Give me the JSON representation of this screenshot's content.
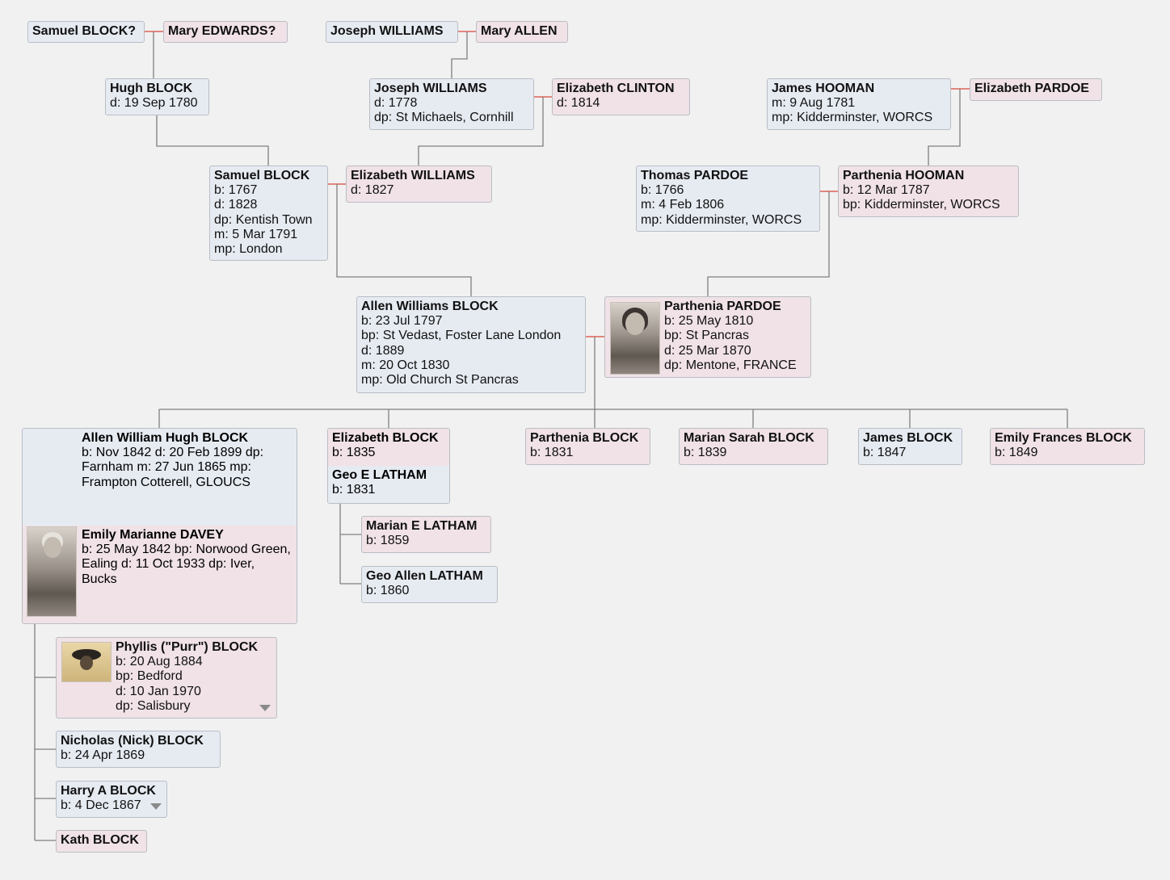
{
  "people": {
    "samuel_block_elder": {
      "name": "Samuel BLOCK?",
      "facts": []
    },
    "mary_edwards": {
      "name": "Mary EDWARDS?",
      "facts": []
    },
    "joseph_williams_elder": {
      "name": "Joseph WILLIAMS",
      "facts": []
    },
    "mary_allen": {
      "name": "Mary ALLEN",
      "facts": []
    },
    "hugh_block": {
      "name": "Hugh BLOCK",
      "facts": [
        "d: 19 Sep 1780"
      ]
    },
    "joseph_williams": {
      "name": "Joseph WILLIAMS",
      "facts": [
        "d: 1778",
        "dp: St Michaels, Cornhill"
      ]
    },
    "elizabeth_clinton": {
      "name": "Elizabeth CLINTON",
      "facts": [
        "d: 1814"
      ]
    },
    "james_hooman": {
      "name": "James HOOMAN",
      "facts": [
        "m: 9 Aug 1781",
        "mp: Kidderminster, WORCS"
      ]
    },
    "elizabeth_pardoe": {
      "name": "Elizabeth PARDOE",
      "facts": []
    },
    "samuel_block": {
      "name": "Samuel BLOCK",
      "facts": [
        "b: 1767",
        "d: 1828",
        "dp: Kentish Town",
        "m: 5 Mar 1791",
        "mp: London"
      ]
    },
    "elizabeth_williams": {
      "name": "Elizabeth WILLIAMS",
      "facts": [
        "d: 1827"
      ]
    },
    "thomas_pardoe": {
      "name": "Thomas PARDOE",
      "facts": [
        "b: 1766",
        "m: 4 Feb 1806",
        "mp: Kidderminster, WORCS"
      ]
    },
    "parthenia_hooman": {
      "name": "Parthenia HOOMAN",
      "facts": [
        "b: 12 Mar 1787",
        "bp: Kidderminster, WORCS"
      ]
    },
    "allen_williams_block": {
      "name": "Allen Williams BLOCK",
      "facts": [
        "b: 23 Jul 1797",
        "bp: St Vedast, Foster Lane London",
        "d: 1889",
        "m: 20 Oct 1830",
        "mp: Old Church St Pancras"
      ]
    },
    "parthenia_pardoe": {
      "name": "Parthenia PARDOE",
      "facts": [
        "b: 25 May 1810",
        "bp: St Pancras",
        "d: 25 Mar 1870",
        "dp: Mentone, FRANCE"
      ]
    },
    "allen_william_hugh_block": {
      "name": "Allen William Hugh BLOCK",
      "facts": [
        "b: Nov 1842",
        "d: 20 Feb 1899",
        "dp: Farnham",
        "m: 27 Jun 1865",
        "mp: Frampton Cotterell, GLOUCS"
      ]
    },
    "emily_marianne_davey": {
      "name": "Emily Marianne DAVEY",
      "facts": [
        "b: 25 May 1842",
        "bp: Norwood Green, Ealing",
        "d: 11 Oct 1933",
        "dp: Iver, Bucks"
      ]
    },
    "elizabeth_block": {
      "name": "Elizabeth BLOCK",
      "facts": [
        "b: 1835"
      ]
    },
    "geo_e_latham": {
      "name": "Geo E LATHAM",
      "facts": [
        "b: 1831"
      ]
    },
    "parthenia_block": {
      "name": "Parthenia BLOCK",
      "facts": [
        "b: 1831"
      ]
    },
    "marian_sarah_block": {
      "name": "Marian Sarah BLOCK",
      "facts": [
        "b: 1839"
      ]
    },
    "james_block": {
      "name": "James BLOCK",
      "facts": [
        "b: 1847"
      ]
    },
    "emily_frances_block": {
      "name": "Emily Frances BLOCK",
      "facts": [
        "b: 1849"
      ]
    },
    "marian_e_latham": {
      "name": "Marian E LATHAM",
      "facts": [
        "b: 1859"
      ]
    },
    "geo_allen_latham": {
      "name": "Geo Allen LATHAM",
      "facts": [
        "b: 1860"
      ]
    },
    "phyllis_block": {
      "name": "Phyllis (\"Purr\") BLOCK",
      "facts": [
        "b: 20 Aug 1884",
        "bp: Bedford",
        "d: 10 Jan 1970",
        "dp: Salisbury"
      ]
    },
    "nicholas_block": {
      "name": "Nicholas (Nick) BLOCK",
      "facts": [
        "b: 24 Apr 1869"
      ]
    },
    "harry_a_block": {
      "name": "Harry A BLOCK",
      "facts": [
        "b: 4 Dec 1867"
      ]
    },
    "kath_block": {
      "name": "Kath BLOCK",
      "facts": []
    }
  },
  "colors": {
    "background": "#f1f1f1",
    "male_card": "#e6ebf2",
    "female_card": "#f0e2e6",
    "card_border": "#b9bec6",
    "parent_line": "#7f7f7f",
    "spouse_line": "#d9453a"
  }
}
